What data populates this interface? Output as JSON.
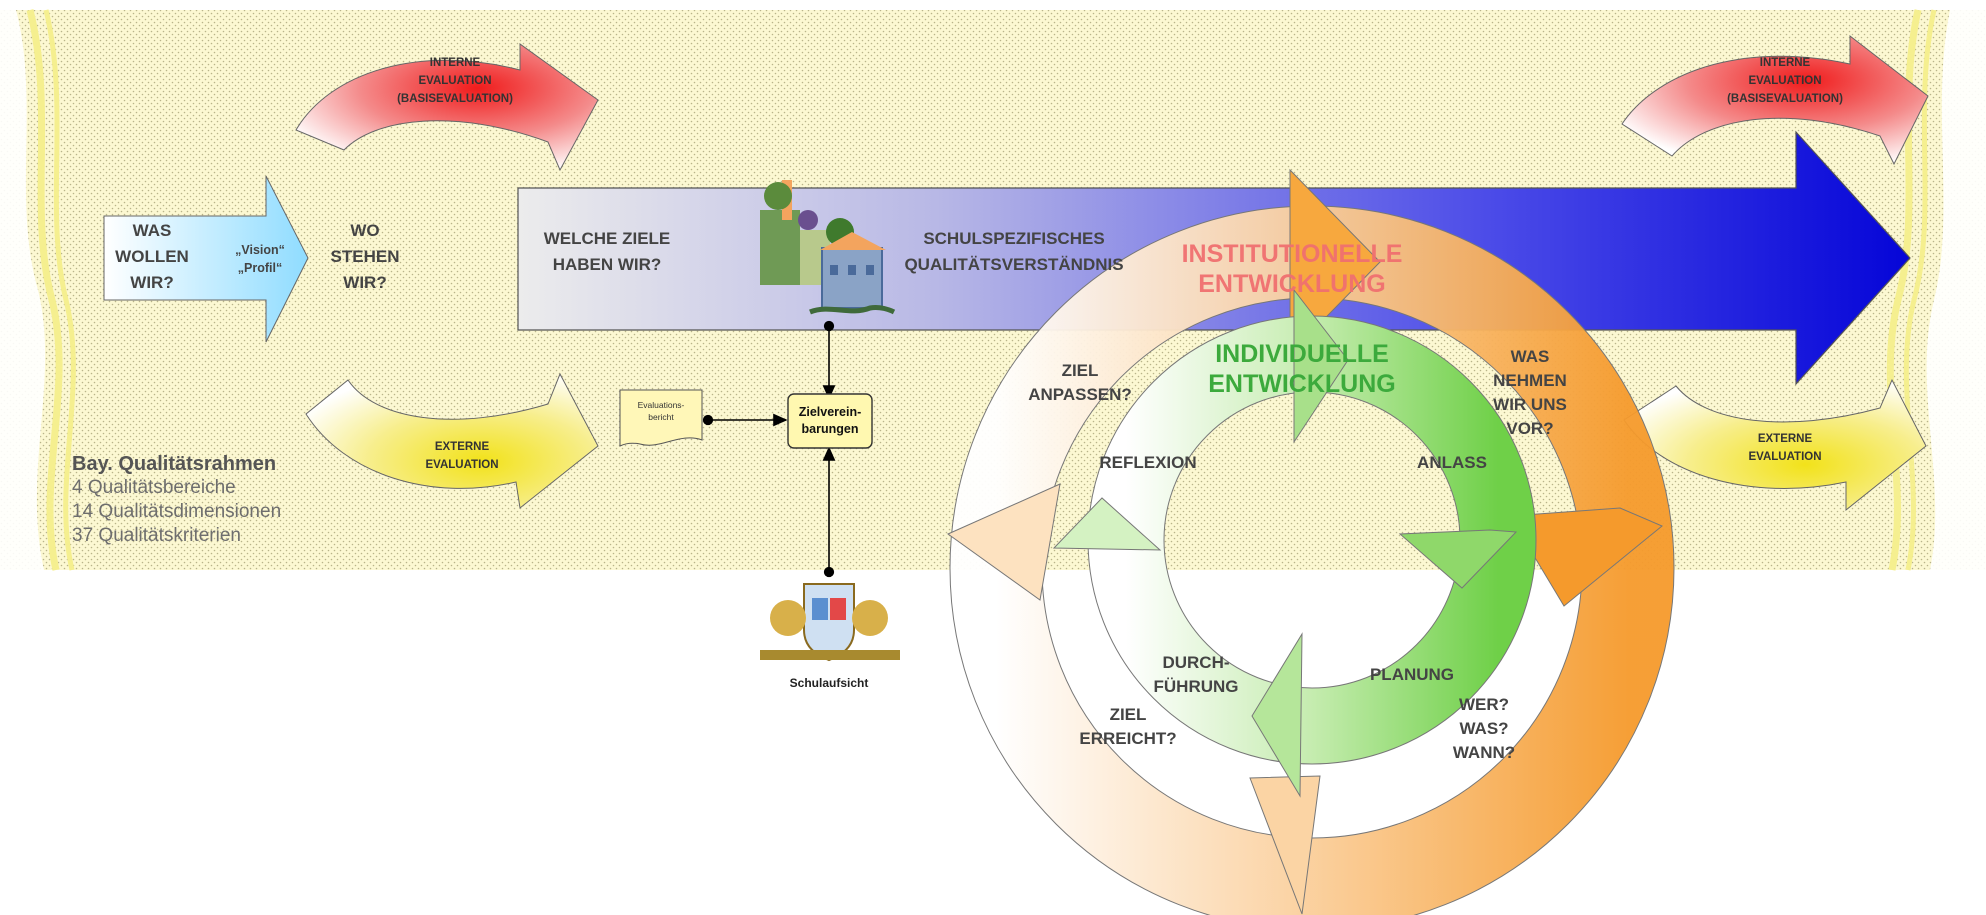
{
  "colors": {
    "band": "#fbf6c8",
    "band_dots": "#b8b48a",
    "blue_dark": "#1a1ae6",
    "blue_light": "#d6d6ee",
    "red": "#f01f1f",
    "yellow": "#f7e51a",
    "orange": "#f5a43a",
    "green": "#7ed15a",
    "title_red": "#f07070",
    "title_green": "#3caa3c"
  },
  "left": {
    "was_wollen_wir": [
      "WAS",
      "WOLLEN",
      "WIR?"
    ],
    "vision": "„Vision“",
    "profil": "„Profil“",
    "wo_stehen_wir": [
      "WO",
      "STEHEN",
      "WIR?"
    ],
    "interne_evaluation": [
      "INTERNE",
      "EVALUATION",
      "(BASISEVALUATION)"
    ],
    "externe_evaluation": [
      "EXTERNE",
      "EVALUATION"
    ]
  },
  "qualitaetsrahmen": {
    "title": "Bay. Qualitätsrahmen",
    "lines": [
      "4 Qualitätsbereiche",
      "14 Qualitätsdimensionen",
      "37 Qualitätskriterien"
    ]
  },
  "big_arrow": {
    "welche_ziele": [
      "WELCHE ZIELE",
      "HABEN WIR?"
    ],
    "schulspezifisch": [
      "SCHULSPEZIFISCHES",
      "QUALITÄTSVERSTÄNDNIS"
    ]
  },
  "process": {
    "evaluationsbericht": [
      "Evaluations-",
      "bericht"
    ],
    "zielvereinbarungen": [
      "Zielverein-",
      "barungen"
    ],
    "schulaufsicht": "Schulaufsicht"
  },
  "cycle": {
    "institutionelle": [
      "INSTITUTIONELLE",
      "ENTWICKLUNG"
    ],
    "individuelle": [
      "INDIVIDUELLE",
      "ENTWICKLUNG"
    ],
    "ziel_anpassen": [
      "ZIEL",
      "ANPASSEN?"
    ],
    "was_nehmen": [
      "WAS",
      "NEHMEN",
      "WIR UNS",
      "VOR?"
    ],
    "reflexion": "REFLEXION",
    "anlass": "ANLASS",
    "durchfuehrung": [
      "DURCH-",
      "FÜHRUNG"
    ],
    "planung": "PLANUNG",
    "ziel_erreicht": [
      "ZIEL",
      "ERREICHT?"
    ],
    "wer_was_wann": [
      "WER?",
      "WAS?",
      "WANN?"
    ]
  },
  "right": {
    "interne_evaluation": [
      "INTERNE",
      "EVALUATION",
      "(BASISEVALUATION)"
    ],
    "externe_evaluation": [
      "EXTERNE",
      "EVALUATION"
    ]
  }
}
